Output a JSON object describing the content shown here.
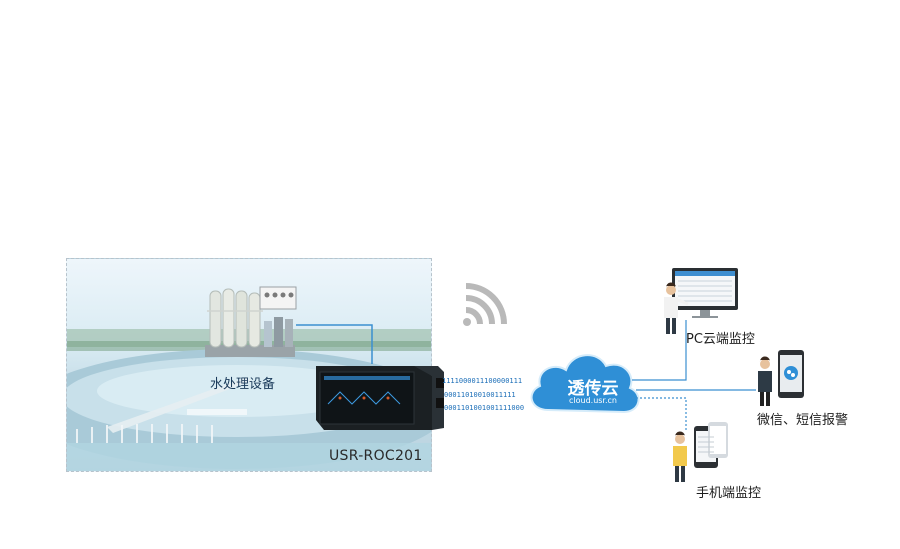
{
  "plant": {
    "equipment_label": "水处理设备",
    "device_label": "USR-ROC201"
  },
  "binary_streams": [
    "1111000011100000111",
    "00011010010011111",
    "0001101001001111000"
  ],
  "cloud": {
    "title": "透传云",
    "url": "cloud.usr.cn"
  },
  "endpoints": {
    "pc": "PC云端监控",
    "wechat_sms": "微信、短信报警",
    "mobile": "手机端监控"
  },
  "colors": {
    "link_line": "#3b8fd0",
    "cloud_fill": "#2f8fd6",
    "wifi_gray": "#b9b9b9",
    "binary_text": "#1d6fb8"
  }
}
